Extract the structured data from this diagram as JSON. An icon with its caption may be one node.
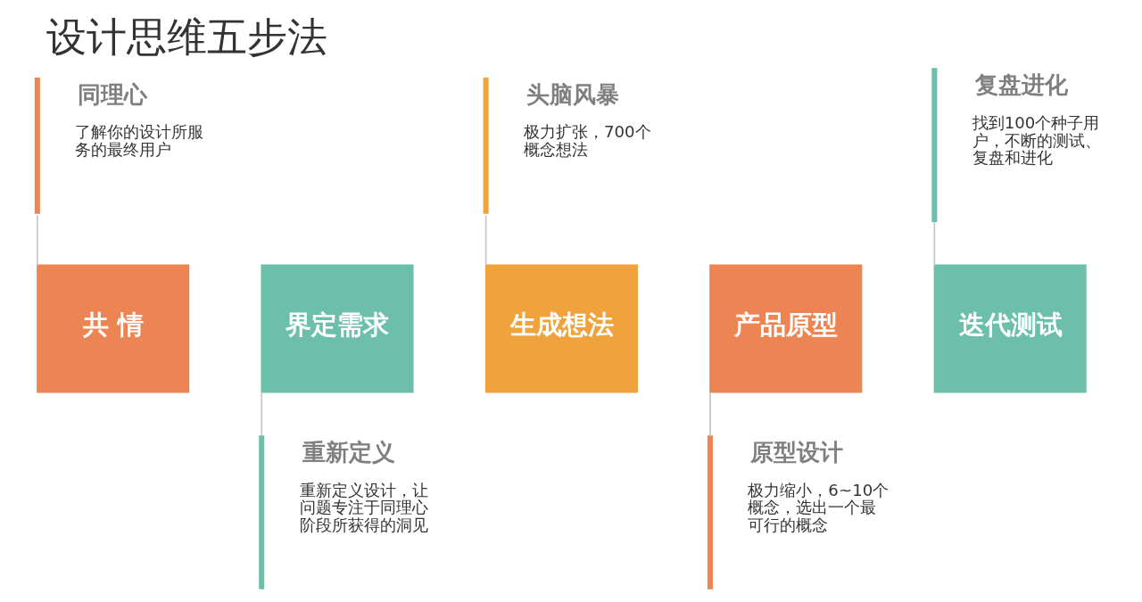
{
  "diagram": {
    "title": "设计思维五步法",
    "nodes": [
      {
        "text": [
          "同理心",
          "了解你的设计所服务的最终用户"
        ]
      },
      {
        "text": [
          "共 情"
        ]
      },
      {
        "text": [
          "界定需求"
        ]
      },
      {
        "text": [
          "重新定义",
          "重新定义设计，让问题专注于同理心阶段所获得的洞见"
        ]
      },
      {
        "text": [
          "头脑风暴",
          "极力扩张，700个概念想法"
        ]
      },
      {
        "text": [
          "生成想法"
        ]
      },
      {
        "text": [
          "产品原型"
        ]
      },
      {
        "text": [
          "原型设计",
          "极力缩小，6~10个概念，选出一个最可行的概念"
        ]
      },
      {
        "text": [
          "复盘进化",
          "找到100个种子用户，不断的测试、复盘和进化"
        ]
      },
      {
        "text": [
          "迭代测试"
        ]
      }
    ],
    "edges": [
      {
        "from": 0,
        "to": 1,
        "arrow": "none"
      },
      {
        "from": 2,
        "to": 3,
        "arrow": "none"
      },
      {
        "from": 4,
        "to": 5,
        "arrow": "none"
      },
      {
        "from": 6,
        "to": 7,
        "arrow": "none"
      },
      {
        "from": 8,
        "to": 9,
        "arrow": "none"
      }
    ]
  }
}
